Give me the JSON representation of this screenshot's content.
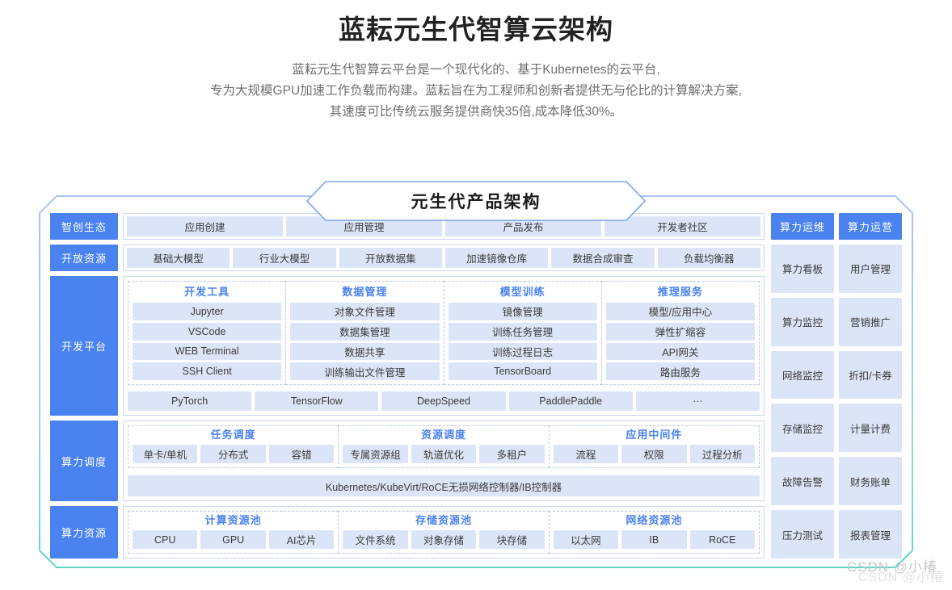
{
  "header": {
    "title": "蓝耘元生代智算云架构",
    "subtitle_lines": [
      "蓝耘元生代智算云平台是一个现代化的、基于Kubernetes的云平台,",
      "专为大规模GPU加速工作负载而构建。蓝耘旨在为工程师和创新者提供无与伦比的计算解决方案,",
      "其速度可比传统云服务提供商快35倍,成本降低30%。"
    ]
  },
  "banner": {
    "label": "元生代产品架构"
  },
  "colors": {
    "accent_blue": "#4a82f0",
    "cell_fill": "#dce5f8",
    "frame_border": "#a9c4f0",
    "frame_accent_teal": "#5fd6c8",
    "group_title": "#4a82f0"
  },
  "rows": {
    "ecology": {
      "label": "智创生态",
      "items": [
        "应用创建",
        "应用管理",
        "产品发布",
        "开发者社区"
      ]
    },
    "open_resource": {
      "label": "开放资源",
      "items": [
        "基础大模型",
        "行业大模型",
        "开放数据集",
        "加速镜像仓库",
        "数据合成审查",
        "负载均衡器"
      ]
    },
    "dev_platform": {
      "label": "开发平台",
      "groups": [
        {
          "title": "开发工具",
          "items": [
            "Jupyter",
            "VSCode",
            "WEB Terminal",
            "SSH Client"
          ]
        },
        {
          "title": "数据管理",
          "items": [
            "对象文件管理",
            "数据集管理",
            "数据共享",
            "训练输出文件管理"
          ]
        },
        {
          "title": "模型训练",
          "items": [
            "镜像管理",
            "训练任务管理",
            "训练过程日志",
            "TensorBoard"
          ]
        },
        {
          "title": "推理服务",
          "items": [
            "模型/应用中心",
            "弹性扩缩容",
            "API网关",
            "路由服务"
          ]
        }
      ],
      "frameworks": [
        "PyTorch",
        "TensorFlow",
        "DeepSpeed",
        "PaddlePaddle",
        "···"
      ]
    },
    "scheduling": {
      "label": "算力调度",
      "groups": [
        {
          "title": "任务调度",
          "items": [
            "单卡/单机",
            "分布式",
            "容错"
          ]
        },
        {
          "title": "资源调度",
          "items": [
            "专属资源组",
            "轨道优化",
            "多租户"
          ]
        },
        {
          "title": "应用中间件",
          "items": [
            "流程",
            "权限",
            "过程分析"
          ]
        }
      ],
      "platform_bar": "Kubernetes/KubeVirt/RoCE无损网络控制器/IB控制器"
    },
    "resources": {
      "label": "算力资源",
      "groups": [
        {
          "title": "计算资源池",
          "items": [
            "CPU",
            "GPU",
            "AI芯片"
          ]
        },
        {
          "title": "存储资源池",
          "items": [
            "文件系统",
            "对象存储",
            "块存储"
          ]
        },
        {
          "title": "网络资源池",
          "items": [
            "以太网",
            "IB",
            "RoCE"
          ]
        }
      ]
    }
  },
  "ops_columns": [
    {
      "header": "算力运维",
      "items": [
        "算力看板",
        "算力监控",
        "网络监控",
        "存储监控",
        "故障告警",
        "压力测试"
      ]
    },
    {
      "header": "算力运营",
      "items": [
        "用户管理",
        "营销推广",
        "折扣/卡券",
        "计量计费",
        "财务账单",
        "报表管理"
      ]
    }
  ],
  "watermark": {
    "text": "CSDN @小椿",
    "shadow": "CSDN @小椿"
  }
}
